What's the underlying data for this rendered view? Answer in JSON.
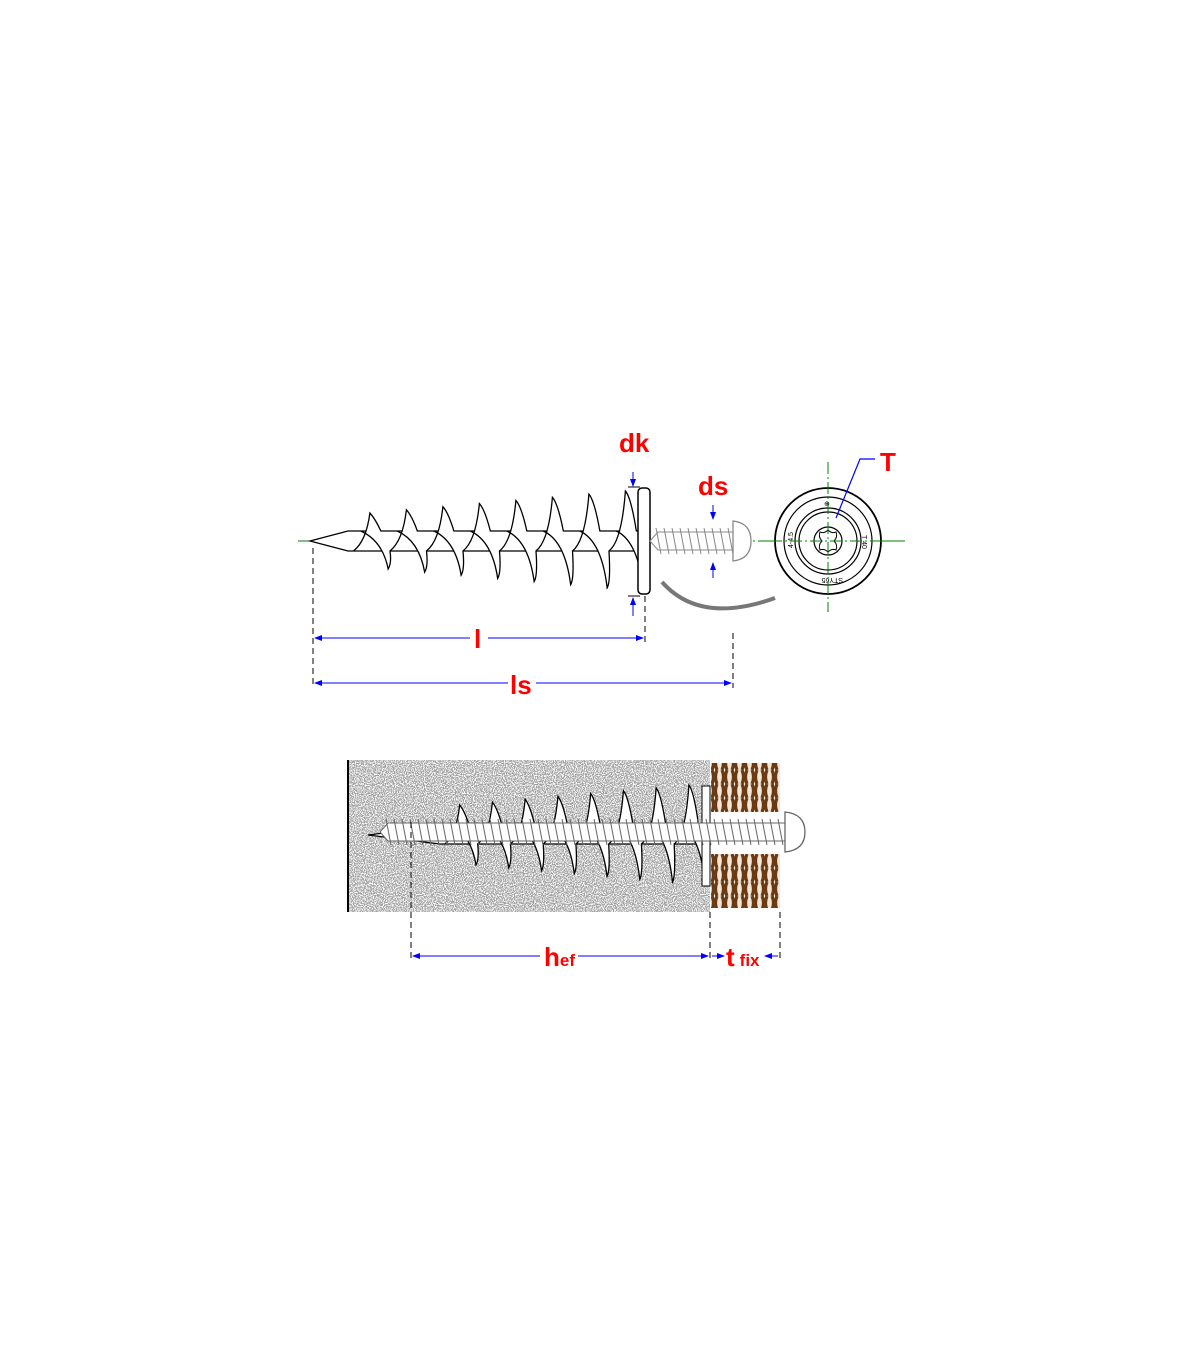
{
  "labels": {
    "dk": "dk",
    "ds": "ds",
    "T": "T",
    "l": "l",
    "ls": "ls",
    "hef_main": "h",
    "hef_sub": "ef",
    "tfix_main": "t",
    "tfix_sub": "fix"
  },
  "end_view_markings": {
    "size": "4-4.5",
    "drive": "T 40",
    "brand": "STY65"
  },
  "colors": {
    "dimension_label": "#ff0000",
    "dimension_line": "#0000ff",
    "center_line": "#008000",
    "concrete": "#bdbdbd",
    "wood": "#6b3a12"
  }
}
